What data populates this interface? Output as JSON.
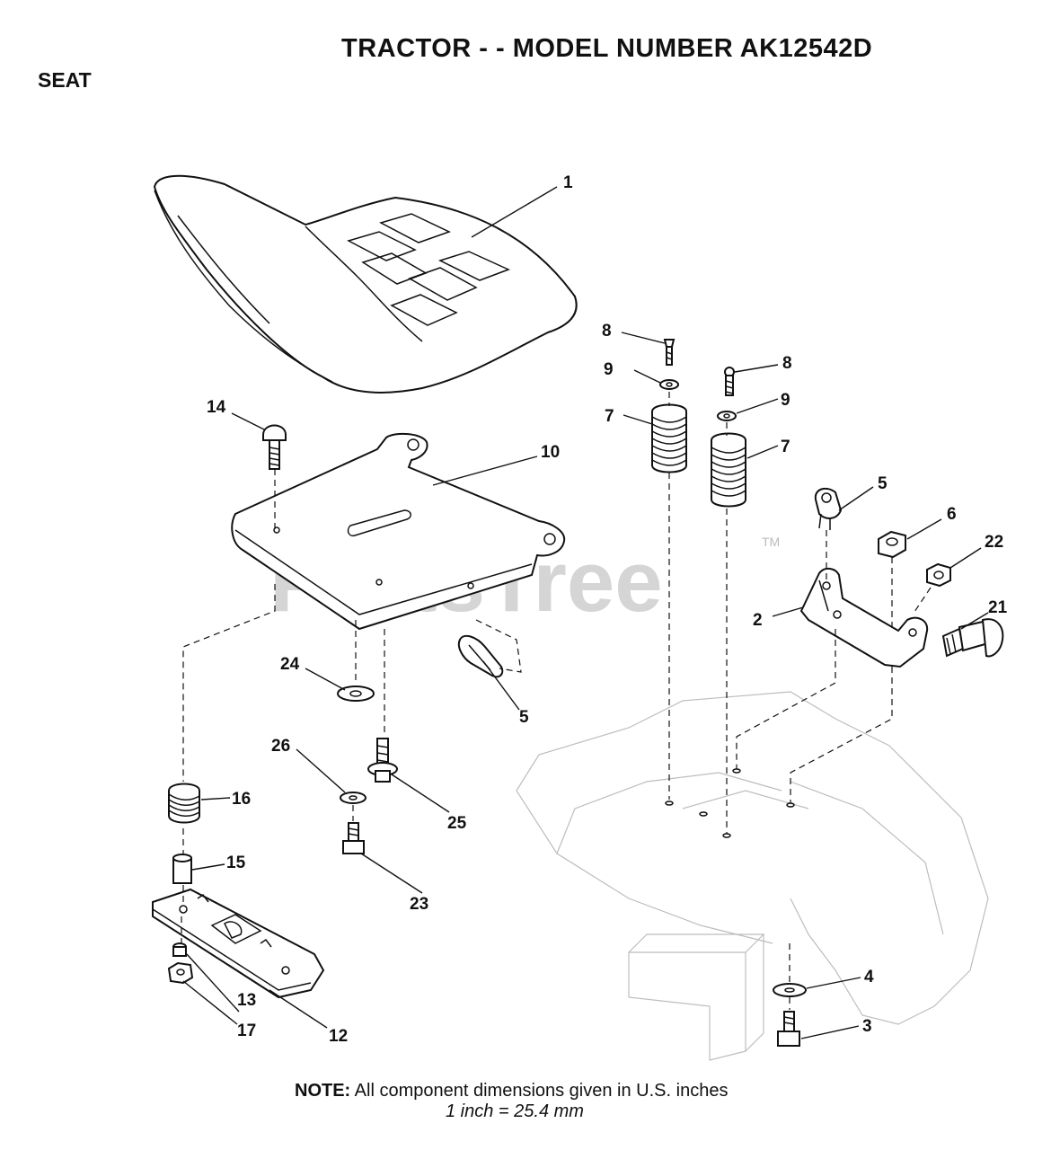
{
  "header": {
    "title": "TRACTOR - - MODEL NUMBER AK12542D",
    "section": "SEAT"
  },
  "watermark": {
    "text": "PartsTree",
    "tm": "TM"
  },
  "callouts": {
    "c1": "1",
    "c2": "2",
    "c3": "3",
    "c4": "4",
    "c5a": "5",
    "c5b": "5",
    "c6": "6",
    "c7a": "7",
    "c7b": "7",
    "c8a": "8",
    "c8b": "8",
    "c9a": "9",
    "c9b": "9",
    "c10": "10",
    "c12": "12",
    "c13": "13",
    "c14": "14",
    "c15": "15",
    "c16": "16",
    "c17": "17",
    "c21": "21",
    "c22": "22",
    "c23": "23",
    "c24": "24",
    "c25": "25",
    "c26": "26"
  },
  "footer": {
    "note_label": "NOTE:",
    "note_text": "All component dimensions given in U.S. inches",
    "conversion": "1 inch = 25.4 mm"
  }
}
